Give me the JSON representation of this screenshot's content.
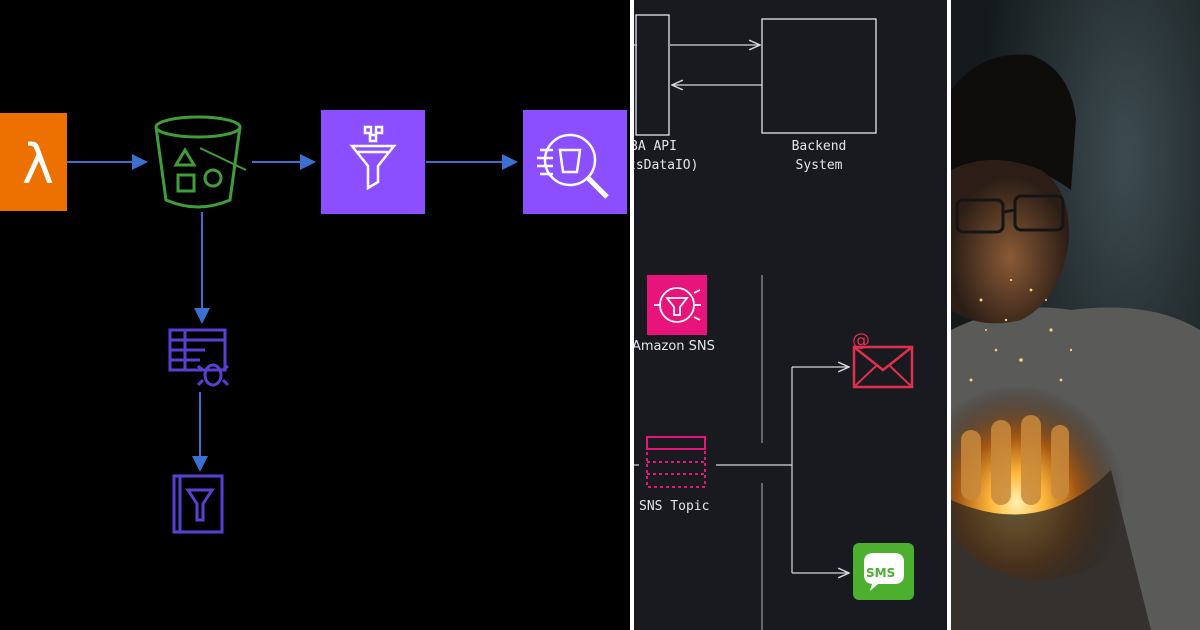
{
  "left_panel": {
    "background": "#000000",
    "nodes": [
      {
        "name": "lambda",
        "glyph": "λ",
        "color": "#ed7100"
      },
      {
        "name": "s3-bucket",
        "color": "#3f9d3a"
      },
      {
        "name": "glue-filter",
        "color": "#8c4fff"
      },
      {
        "name": "athena-search",
        "color": "#8c4fff"
      },
      {
        "name": "glue-crawler",
        "color": "#5a3fd0"
      },
      {
        "name": "glue-data-catalog",
        "color": "#5a3fd0"
      }
    ],
    "arrow_color": "#3b6fd1"
  },
  "middle_panel": {
    "background": "#181a20",
    "api_label_line1": "BA API",
    "api_label_line2": "tsDataIO)",
    "backend_label_line1": "Backend",
    "backend_label_line2": "System",
    "sns_label": "Amazon SNS",
    "topic_label": "SNS Topic",
    "sms_label": "SMS",
    "email_at": "@",
    "sns_color": "#e7157b",
    "email_color": "#e0304e",
    "sms_color": "#4caf2f",
    "line_color": "#d8d8d8"
  },
  "right_panel": {
    "subject": "person-holding-glowing-light"
  }
}
